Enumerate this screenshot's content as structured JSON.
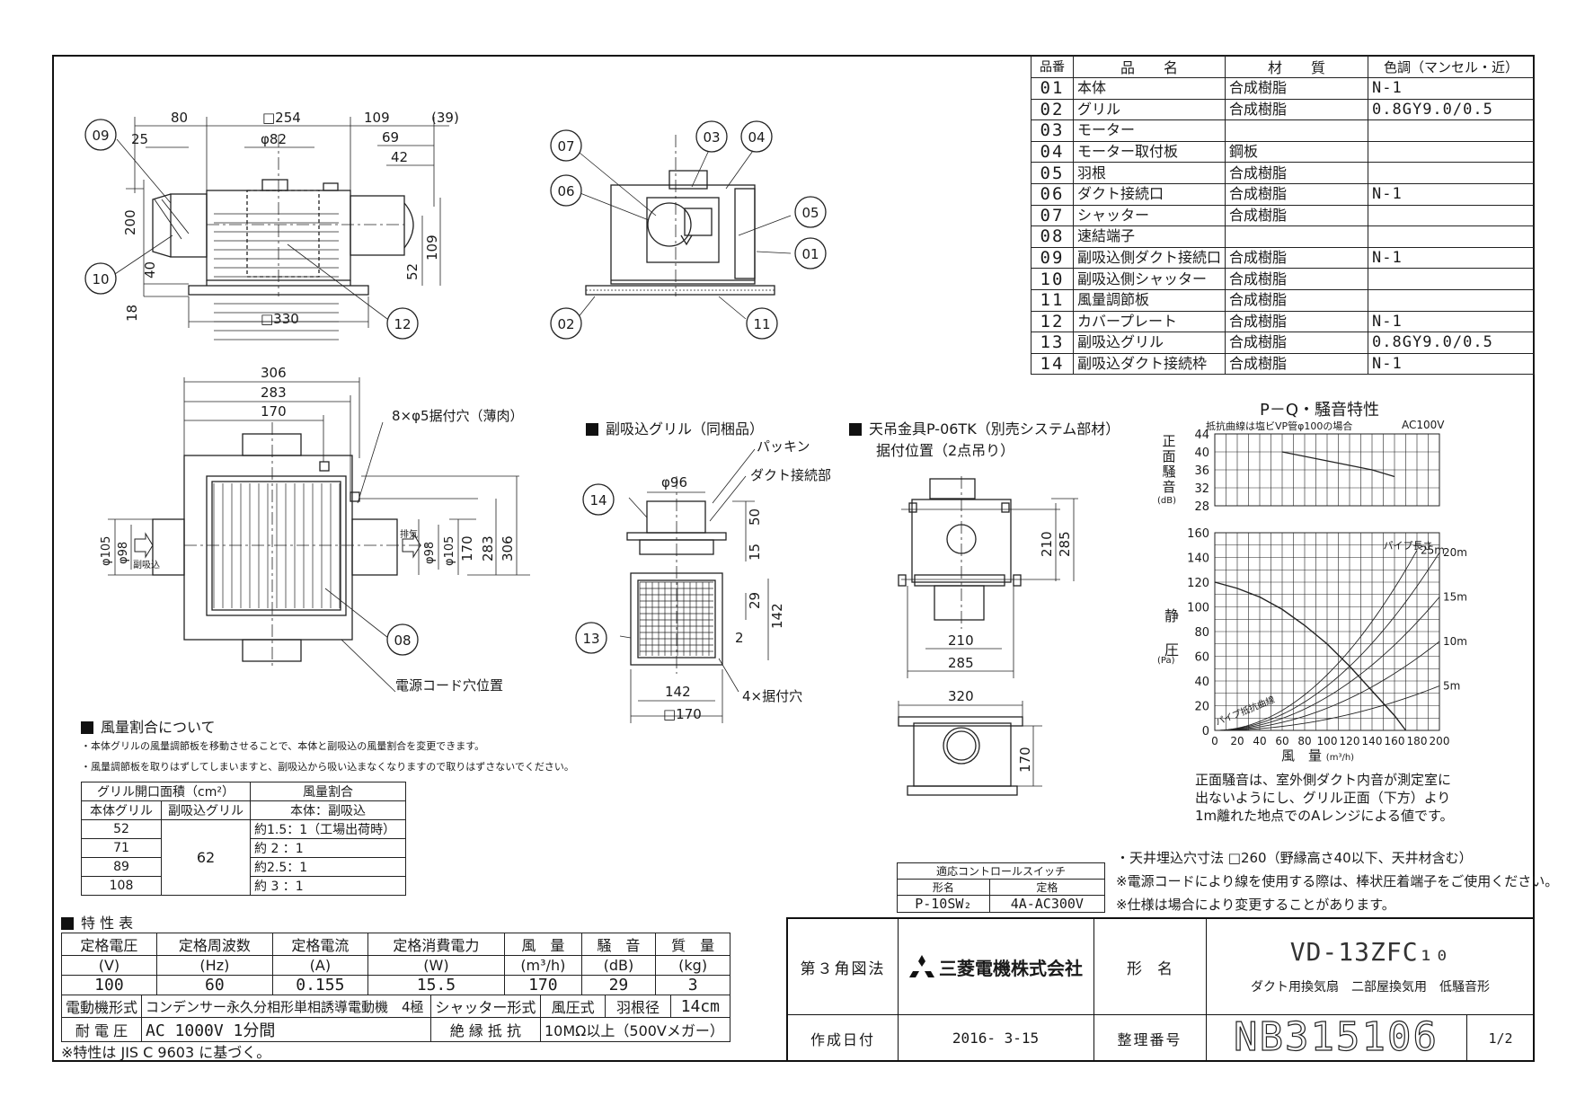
{
  "parts_table": {
    "headers": [
      "品番",
      "品　　名",
      "材　　質",
      "色調（マンセル・近）"
    ],
    "rows": [
      {
        "no": "01",
        "name": "本体",
        "material": "合成樹脂",
        "color": "N-1"
      },
      {
        "no": "02",
        "name": "グリル",
        "material": "合成樹脂",
        "color": "0.8GY9.0/0.5"
      },
      {
        "no": "03",
        "name": "モーター",
        "material": "",
        "color": ""
      },
      {
        "no": "04",
        "name": "モーター取付板",
        "material": "鋼板",
        "color": ""
      },
      {
        "no": "05",
        "name": "羽根",
        "material": "合成樹脂",
        "color": ""
      },
      {
        "no": "06",
        "name": "ダクト接続口",
        "material": "合成樹脂",
        "color": "N-1"
      },
      {
        "no": "07",
        "name": "シャッター",
        "material": "合成樹脂",
        "color": ""
      },
      {
        "no": "08",
        "name": "速結端子",
        "material": "",
        "color": ""
      },
      {
        "no": "09",
        "name": "副吸込側ダクト接続口",
        "material": "合成樹脂",
        "color": "N-1"
      },
      {
        "no": "10",
        "name": "副吸込側シャッター",
        "material": "合成樹脂",
        "color": ""
      },
      {
        "no": "11",
        "name": "風量調節板",
        "material": "合成樹脂",
        "color": ""
      },
      {
        "no": "12",
        "name": "カバープレート",
        "material": "合成樹脂",
        "color": "N-1"
      },
      {
        "no": "13",
        "name": "副吸込グリル",
        "material": "合成樹脂",
        "color": "0.8GY9.0/0.5"
      },
      {
        "no": "14",
        "name": "副吸込ダクト接続枠",
        "material": "合成樹脂",
        "color": "N-1"
      }
    ]
  },
  "drawing_labels": {
    "top_dims": [
      "80",
      "□254",
      "109",
      "(39)",
      "25",
      "φ82",
      "69",
      "42"
    ],
    "side_dims": [
      "200",
      "40",
      "18",
      "52",
      "109"
    ],
    "bottom_dim": "□330",
    "plan_dims": [
      "306",
      "283",
      "170"
    ],
    "plan_right_dims": [
      "170",
      "283",
      "306"
    ],
    "plan_duct_dims": [
      "φ105",
      "φ98",
      "φ98",
      "φ105"
    ],
    "mount_hole": "8×φ5据付穴（薄肉）",
    "exhaust": "排気",
    "sub_intake": "副吸込",
    "power_cord": "電源コード穴位置",
    "callouts": [
      "09",
      "10",
      "12",
      "07",
      "06",
      "03",
      "04",
      "05",
      "01",
      "02",
      "11",
      "08",
      "14",
      "13"
    ]
  },
  "sub_grille": {
    "heading": "副吸込グリル（同梱品）",
    "packing": "パッキン",
    "duct_conn": "ダクト接続部",
    "dims": [
      "φ96",
      "50",
      "15",
      "29",
      "142",
      "2",
      "142",
      "□170"
    ],
    "holes": "4×据付穴"
  },
  "hanger": {
    "heading": "天吊金具P-06TK（別売システム部材）",
    "sub": "据付位置（2点吊り）",
    "dims": [
      "210",
      "285",
      "210",
      "285",
      "320",
      "170"
    ]
  },
  "pq_chart": {
    "title": "P－Q・騒音特性",
    "condition": "抵抗曲線は塩ビVP管φ100の場合",
    "voltage": "AC100V",
    "noise_label": [
      "正",
      "面",
      "騒",
      "音"
    ],
    "noise_unit": "(dB)",
    "pressure_label": [
      "静",
      "圧"
    ],
    "pressure_unit": "(Pa)",
    "xlabel": "風　量",
    "xunit": "(m³/h)",
    "pipe_length": "パイプ長さ",
    "pipe_curve_label": "パイプ抵抗曲線",
    "pipe_labels": [
      "25m",
      "20m",
      "15m",
      "10m",
      "5m"
    ]
  },
  "chart_data": {
    "type": "line",
    "title": "P－Q・騒音特性",
    "x_ticks": [
      "0",
      "20",
      "40",
      "60",
      "80",
      "100",
      "120",
      "140",
      "160",
      "180",
      "200"
    ],
    "noise_ticks": [
      "44",
      "40",
      "36",
      "32",
      "28"
    ],
    "pressure_ticks": [
      "160",
      "140",
      "120",
      "100",
      "80",
      "60",
      "40",
      "20",
      "0"
    ],
    "xlim": [
      0,
      200
    ],
    "noise_ylim": [
      28,
      44
    ],
    "pressure_ylim": [
      0,
      160
    ],
    "noise": {
      "x": [
        60,
        80,
        100,
        120,
        140,
        160
      ],
      "y": [
        40,
        39,
        38,
        37,
        36,
        34.5
      ]
    },
    "pq": {
      "x": [
        0,
        20,
        40,
        60,
        80,
        100,
        120,
        140,
        160,
        170
      ],
      "y": [
        120,
        115,
        108,
        98,
        85,
        70,
        52,
        32,
        12,
        0
      ]
    },
    "pipe_resistance": [
      {
        "name": "25m",
        "k": 0.0045
      },
      {
        "name": "20m",
        "k": 0.0036
      },
      {
        "name": "15m",
        "k": 0.0027
      },
      {
        "name": "10m",
        "k": 0.0018
      },
      {
        "name": "5m",
        "k": 0.0009
      }
    ]
  },
  "chart_note": [
    "正面騒音は、室外側ダクト内音が測定室に",
    "出ないようにし、グリル正面（下方）より",
    "1m離れた地点でのAレンジによる値です。"
  ],
  "airflow": {
    "heading": "風量割合について",
    "notes": [
      "・本体グリルの風量調節板を移動させることで、本体と副吸込の風量割合を変更できます。",
      "・風量調節板を取りはずしてしまいますと、副吸込から吸い込まなくなりますので取りはずさないでください。"
    ],
    "table_header": "グリル開口面積（cm²）",
    "col_main": "本体グリル",
    "col_sub": "副吸込グリル",
    "col_ratio": "風量割合",
    "col_ratio_sub": "本体：副吸込",
    "sub_value": "62",
    "rows": [
      {
        "main": "52",
        "ratio": "約1.5：1（工場出荷時）"
      },
      {
        "main": "71",
        "ratio": "約 2 ：1"
      },
      {
        "main": "89",
        "ratio": "約2.5：1"
      },
      {
        "main": "108",
        "ratio": "約 3 ：1"
      }
    ]
  },
  "spec": {
    "heading": "特 性 表",
    "headers": [
      "定格電圧",
      "定格周波数",
      "定格電流",
      "定格消費電力",
      "風　量",
      "騒　音",
      "質　量"
    ],
    "units": [
      "(V)",
      "(Hz)",
      "(A)",
      "(W)",
      "(m³/h)",
      "(dB)",
      "(kg)"
    ],
    "values": [
      "100",
      "60",
      "0.155",
      "15.5",
      "170",
      "29",
      "3"
    ],
    "motor_label": "電動機形式",
    "motor_value": "コンデンサー永久分相形単相誘導電動機　4極",
    "shutter_label": "シャッター形式",
    "shutter_value": "風圧式",
    "blade_label": "羽根径",
    "blade_value": "14cm",
    "voltage_label": "耐 電 圧",
    "voltage_value": "AC 1000V 1分間",
    "insul_label": "絶 縁 抵 抗",
    "insul_value": "10MΩ以上（500Vメガー）",
    "footnote": "※特性は JIS C 9603 に基づく。"
  },
  "switch": {
    "title": "適応コントロールスイッチ",
    "col_model": "形名",
    "col_rating": "定格",
    "model": "P-10SW₂",
    "rating": "4A-AC300V"
  },
  "notes_right": [
    "・天井埋込穴寸法 □260（野縁高さ40以下、天井材含む）",
    "※電源コードにより線を使用する際は、棒状圧着端子をご使用ください。",
    "※仕様は場合により変更することがあります。"
  ],
  "title_block": {
    "projection": "第３角図法",
    "company": "三菱電機株式会社",
    "form_label": "形　名",
    "model": "VD-13ZFC₁₀",
    "description": "ダクト用換気扇　二部屋換気用　低騒音形",
    "date_label": "作成日付",
    "date": "2016- 3-15",
    "number_label": "整理番号",
    "number": "NB315106",
    "sheet": "1/2"
  }
}
